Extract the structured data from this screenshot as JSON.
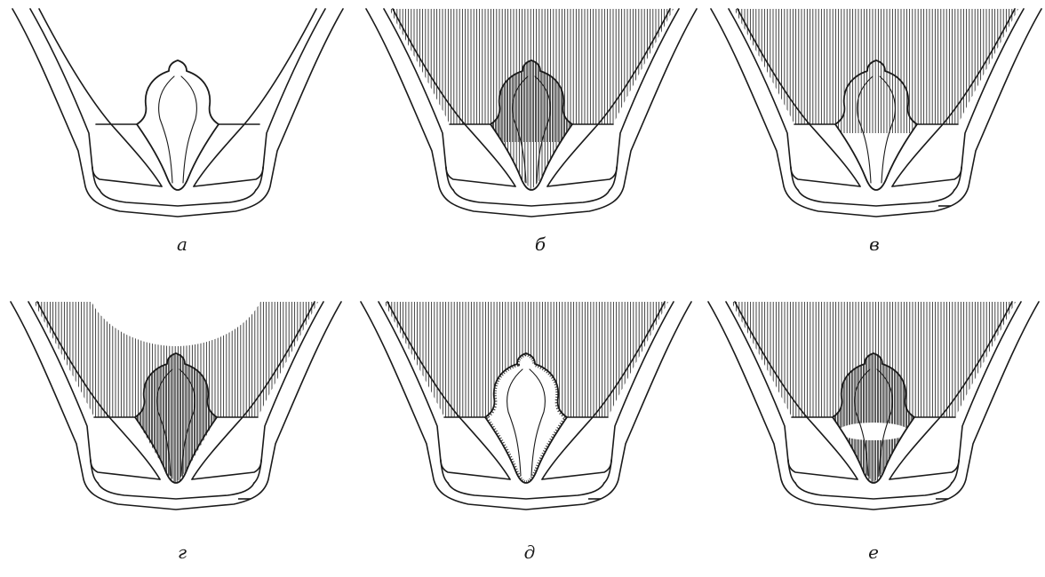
{
  "figure": {
    "panels": [
      {
        "label": "а",
        "fill": "none",
        "scale_bar": false
      },
      {
        "label": "б",
        "fill": "upper-with-bud-lower-clear",
        "scale_bar": false
      },
      {
        "label": "в",
        "fill": "upper-bud-lower-clear",
        "scale_bar": true
      },
      {
        "label": "г",
        "fill": "scalloped-including-bud",
        "scale_bar": true
      },
      {
        "label": "д",
        "fill": "full-bud-clear",
        "scale_bar": true
      },
      {
        "label": "е",
        "fill": "full-bud-lower-shaded",
        "scale_bar": true
      }
    ],
    "colors": {
      "line": "#1a1a1a",
      "hatch": "#333333",
      "paper": "#ffffff"
    }
  }
}
